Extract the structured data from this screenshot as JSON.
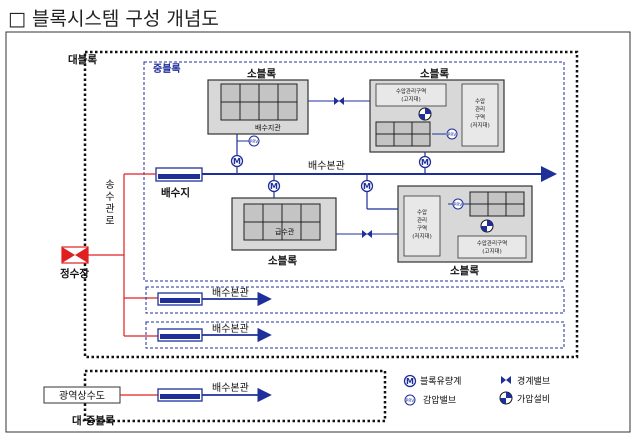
{
  "title": "□ 블록시스템 구성 개념도",
  "labels": {
    "large_block": "대블록",
    "medium_block": "중블록",
    "small_block_1": "소블록",
    "small_block_2": "소블록",
    "small_block_3": "소블록",
    "small_block_4": "소블록",
    "reservoir_name": "배수지",
    "reservoir_pipe": "배수지관",
    "pressure_zone_tl": "수압관리구역",
    "pressure_zone_tl_sub": "(고지대)",
    "pressure_zone_tr_1": "수압",
    "pressure_zone_tr_2": "관리",
    "pressure_zone_tr_3": "구역",
    "pressure_zone_tr_sub": "(저지대)",
    "main_pipe": "배수본관",
    "supply_pipe": "급수관",
    "pressure_zone_bl_1": "수압",
    "pressure_zone_bl_2": "관리",
    "pressure_zone_bl_3": "구역",
    "pressure_zone_bl_sub": "(저지대)",
    "pressure_zone_br": "수압관리구역",
    "pressure_zone_br_sub": "(고지대)",
    "transmission_pipe_chars": [
      "송",
      "수",
      "관",
      "로"
    ],
    "treatment_plant": "정수장",
    "main_pipe_2": "배수본관",
    "main_pipe_3": "배수본관",
    "regional_supply": "광역상수도",
    "main_pipe_4": "배수본관",
    "large_medium_block": "대·중블록"
  },
  "symbols": {
    "meter": "M",
    "prv": "PRV"
  },
  "legend": {
    "flow_meter": "블록유량계",
    "boundary_valve": "경계밸브",
    "prv": "감압밸브",
    "booster": "가압설비"
  },
  "colors": {
    "pipe_blue": "#1f2f9a",
    "pipe_red": "#e02020",
    "box_gray": "#d8d8d8",
    "cell_gray": "#c4c4c4"
  }
}
